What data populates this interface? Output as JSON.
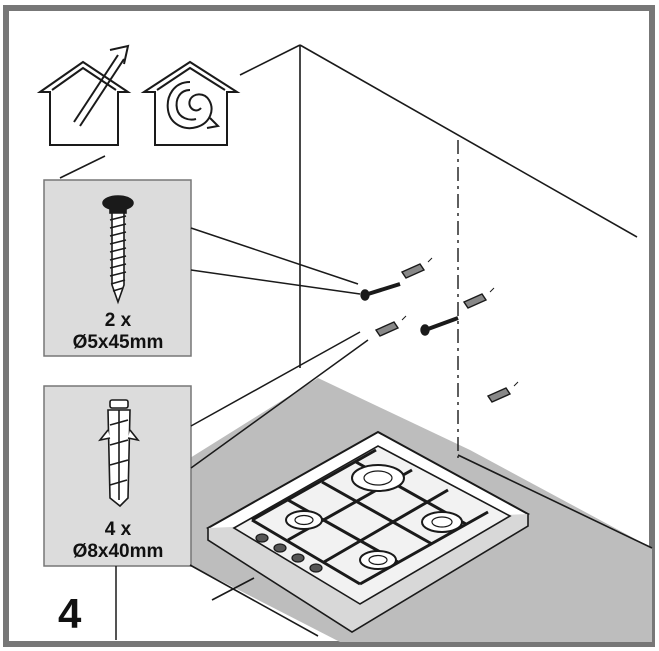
{
  "step": {
    "number": "4"
  },
  "icons": [
    {
      "name": "house-extraction-icon"
    },
    {
      "name": "house-recirculation-icon"
    }
  ],
  "callouts": {
    "screw": {
      "quantity": "2 x",
      "spec": "Ø5x45mm",
      "icon": "screw-icon"
    },
    "plug": {
      "quantity": "4 x",
      "spec": "Ø8x40mm",
      "icon": "wall-plug-icon"
    }
  },
  "colors": {
    "frame": "#777777",
    "panel": "#dcdcdc",
    "floor": "#bdbdbd",
    "line": "#1a1a1a"
  }
}
